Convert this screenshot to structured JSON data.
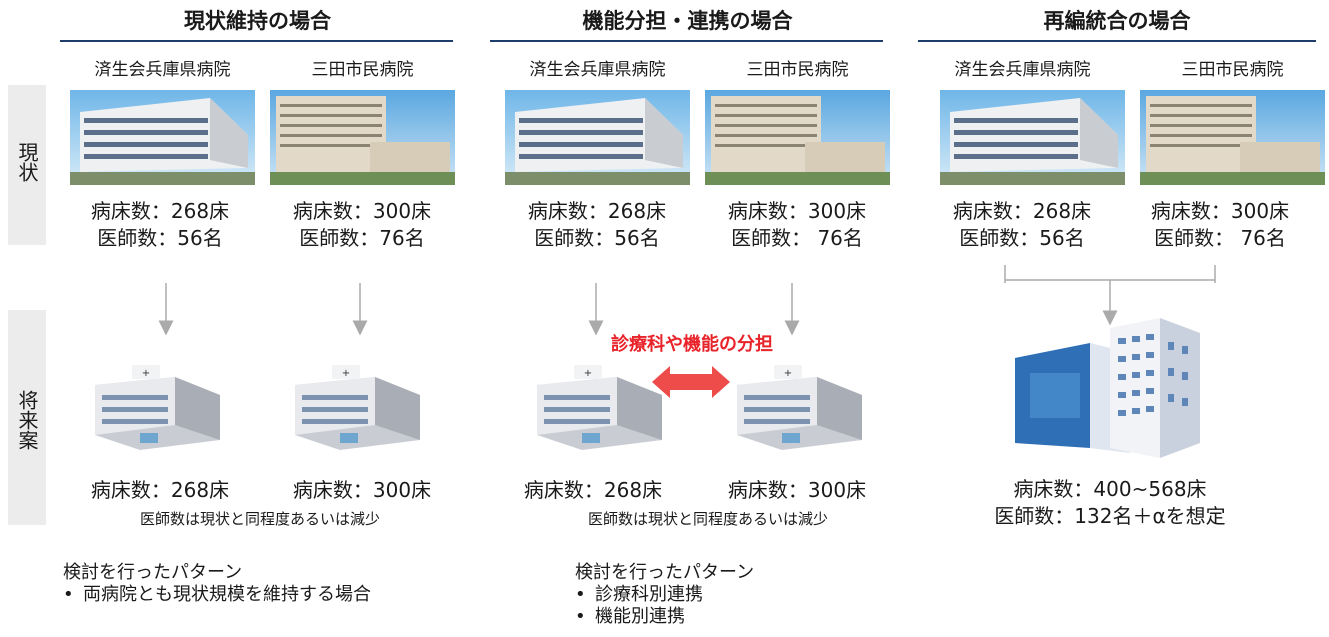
{
  "columns": [
    {
      "title": "現状維持の場合"
    },
    {
      "title": "機能分担・連携の場合"
    },
    {
      "title": "再編統合の場合"
    }
  ],
  "hospital_names": {
    "a": "済生会兵庫県病院",
    "b": "三田市民病院"
  },
  "side_labels": {
    "current": "現状",
    "future": "将来案"
  },
  "current_stats": {
    "col1_a": {
      "beds": "病床数：268床",
      "doctors": "医師数：56名"
    },
    "col1_b": {
      "beds": "病床数：300床",
      "doctors": "医師数：76名"
    },
    "col2_a": {
      "beds": "病床数：268床",
      "doctors": "医師数：56名"
    },
    "col2_b": {
      "beds": "病床数：300床",
      "doctors": "医師数： 76名"
    },
    "col3_a": {
      "beds": "病床数：268床",
      "doctors": "医師数：56名"
    },
    "col3_b": {
      "beds": "病床数：300床",
      "doctors": "医師数： 76名"
    }
  },
  "future_stats": {
    "col1_a_beds": "病床数：268床",
    "col1_b_beds": "病床数：300床",
    "col1_note": "医師数は現状と同程度あるいは減少",
    "col2_a_beds": "病床数：268床",
    "col2_b_beds": "病床数：300床",
    "col2_note": "医師数は現状と同程度あるいは減少",
    "col3_beds": "病床数：400~568床",
    "col3_doctors": "医師数：132名＋αを想定"
  },
  "division_label": "診療科や機能の分担",
  "patterns": {
    "col1": {
      "heading": "検討を行ったパターン",
      "items": [
        "両病院とも現状規模を維持する場合"
      ]
    },
    "col2": {
      "heading": "検討を行ったパターン",
      "items": [
        "診療科別連携",
        "機能別連携"
      ]
    }
  },
  "colors": {
    "title_rule": "#1f3d6b",
    "division_text": "#e8232a",
    "arrow": "#ee4b4b",
    "side_band": "#ececec"
  }
}
